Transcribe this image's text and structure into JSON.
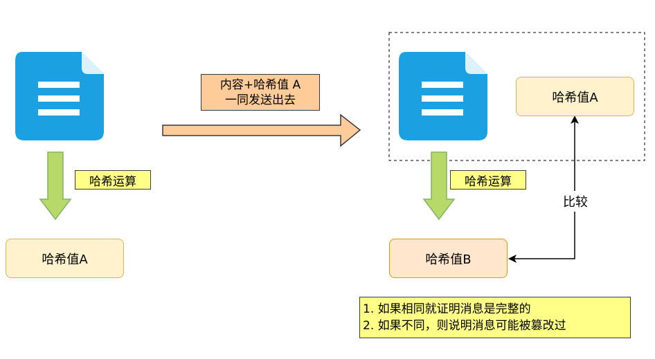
{
  "sender": {
    "doc_icon": "document-icon",
    "hash_op_label": "哈希运算",
    "hash_value_label": "哈希值A"
  },
  "transfer": {
    "line1": "内容+哈希值 A",
    "line2": "一同发送出去"
  },
  "receiver": {
    "doc_icon": "document-icon",
    "received_hash_label": "哈希值A",
    "hash_op_label": "哈希运算",
    "computed_hash_label": "哈希值B",
    "compare_label": "比较"
  },
  "notes": {
    "line1": "1. 如果相同就证明消息是完整的",
    "line2": "2. 如果不同，则说明消息可能被篡改过"
  },
  "colors": {
    "doc_blue": "#1ba1e2",
    "down_arrow_green": "#b7d96a",
    "right_arrow_orange": "#ffcc99",
    "hash_fill": "#fff2cc",
    "hash_b_fill": "#ffe6cc",
    "note_fill": "#ffff88"
  }
}
